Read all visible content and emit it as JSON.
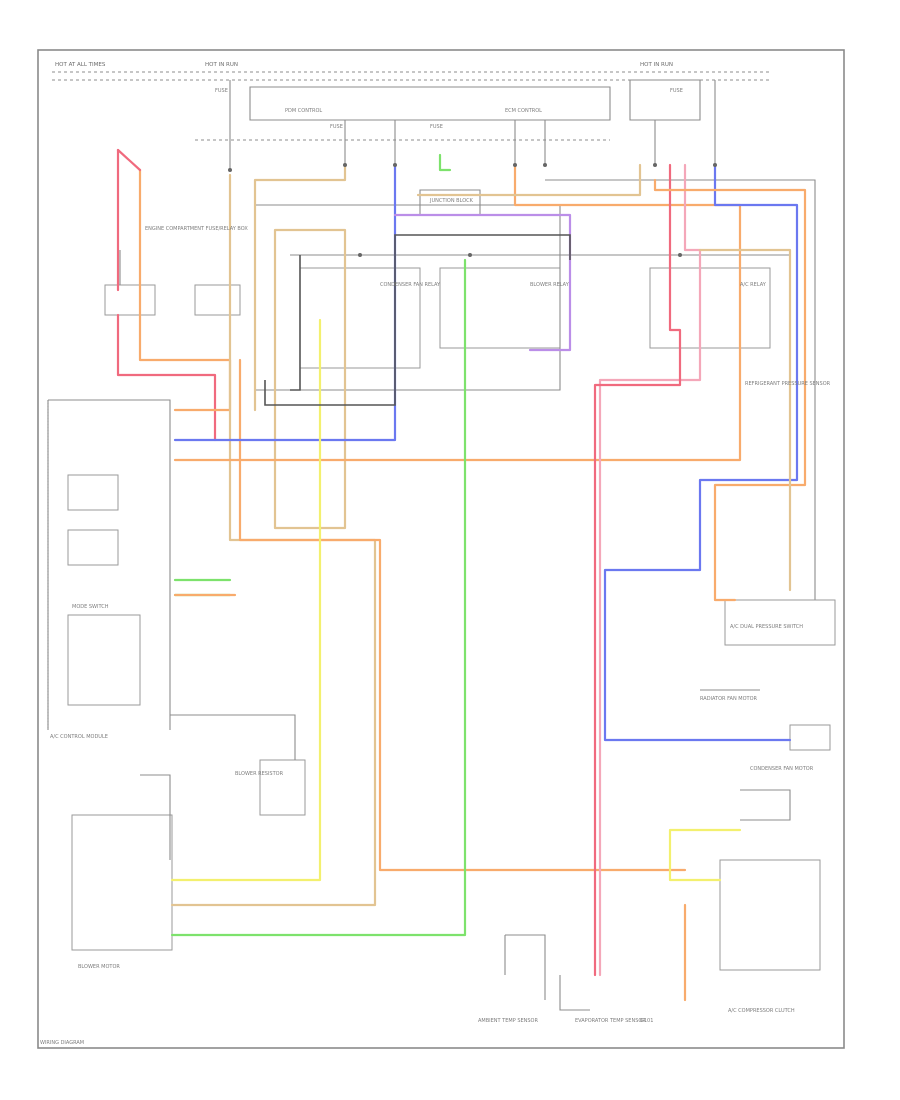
{
  "colors": {
    "red": "#f06a7e",
    "orange": "#f8ab6c",
    "tan": "#e2c492",
    "blue": "#6b78f0",
    "yellow": "#f3f06e",
    "green": "#7de26c",
    "violet": "#bb8ee8",
    "pink": "#f4a7b9",
    "dark": "#555555",
    "gray": "#8c8c8c"
  },
  "labels": {
    "top_left_a": "HOT AT ALL TIMES",
    "top_left_b": "HOT IN RUN",
    "top_right": "HOT IN RUN",
    "fuse_a": "FUSE",
    "fuse_b": "FUSE",
    "fuse_c": "FUSE",
    "fuse_d": "FUSE",
    "pdm_control": "PDM CONTROL",
    "ecm_control": "ECM CONTROL",
    "junction_block": "JUNCTION BLOCK",
    "engine_compartment": "ENGINE COMPARTMENT FUSE/RELAY BOX",
    "condenser_fan_relay": "CONDENSER FAN RELAY",
    "blower_relay": "BLOWER RELAY",
    "ac_relay": "A/C RELAY",
    "dual_pressure_switch": "A/C DUAL PRESSURE SWITCH",
    "refrigerant_sensor": "REFRIGERANT PRESSURE SENSOR",
    "compressor_clutch": "A/C COMPRESSOR CLUTCH",
    "radiator_fan_motor": "RADIATOR FAN MOTOR",
    "condenser_fan_motor": "CONDENSER FAN MOTOR",
    "control_module": "A/C CONTROL MODULE",
    "blower_motor": "BLOWER MOTOR",
    "blower_resistor": "BLOWER RESISTOR",
    "mode_switch": "MODE SWITCH",
    "ambient_sensor": "AMBIENT TEMP SENSOR",
    "evaporator_sensor": "EVAPORATOR TEMP SENSOR",
    "ground": "G101",
    "footer": "WIRING DIAGRAM"
  }
}
